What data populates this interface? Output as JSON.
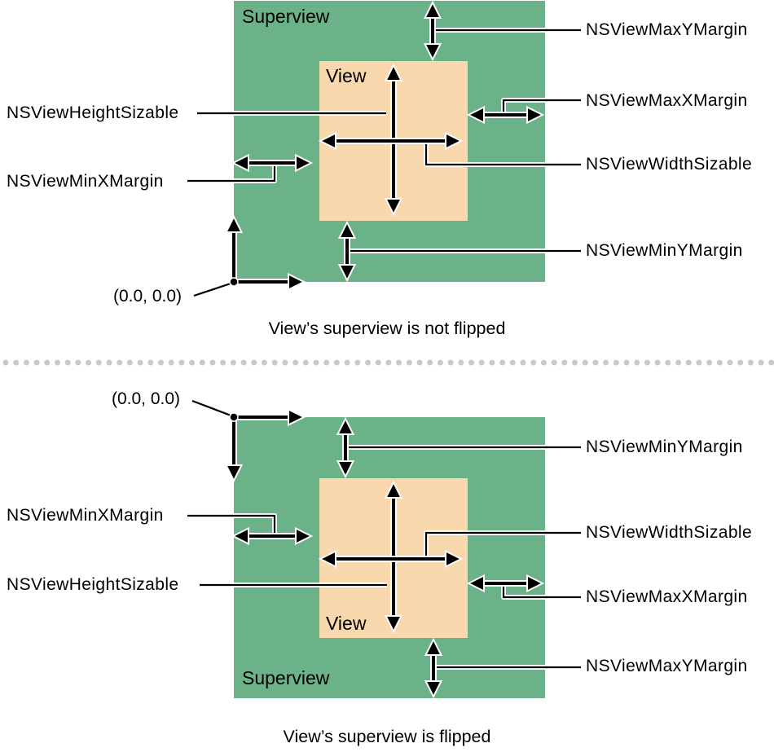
{
  "colors": {
    "superview_fill": "#6cb289",
    "view_fill": "#fad8ae",
    "arrow": "#000000",
    "arrow_outline": "#ffffff",
    "divider_dot": "#c9c9c9"
  },
  "top_diagram": {
    "superview_label": "Superview",
    "view_label": "View",
    "origin_label": "(0.0, 0.0)",
    "caption": "View’s superview is not flipped",
    "labels": {
      "height_sizable": "NSViewHeightSizable",
      "min_x_margin": "NSViewMinXMargin",
      "max_y_margin": "NSViewMaxYMargin",
      "max_x_margin": "NSViewMaxXMargin",
      "width_sizable": "NSViewWidthSizable",
      "min_y_margin": "NSViewMinYMargin"
    }
  },
  "bottom_diagram": {
    "superview_label": "Superview",
    "view_label": "View",
    "origin_label": "(0.0, 0.0)",
    "caption": "View’s superview is flipped",
    "labels": {
      "min_y_margin": "NSViewMinYMargin",
      "min_x_margin": "NSViewMinXMargin",
      "width_sizable": "NSViewWidthSizable",
      "height_sizable": "NSViewHeightSizable",
      "max_x_margin": "NSViewMaxXMargin",
      "max_y_margin": "NSViewMaxYMargin"
    }
  }
}
